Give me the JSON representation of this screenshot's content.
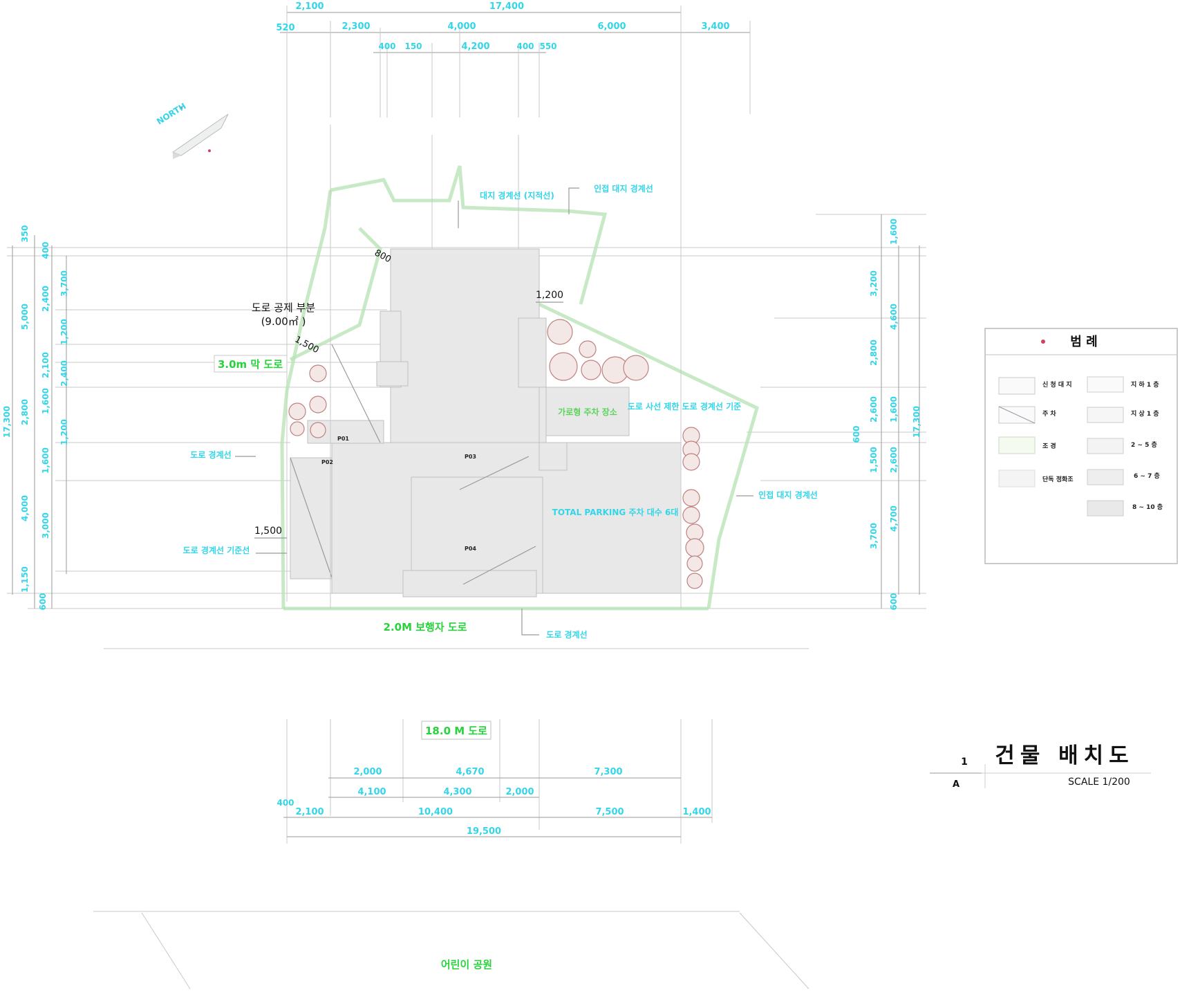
{
  "drawing": {
    "title": "건물 배치도",
    "scale": "SCALE  1/200",
    "sheet_number": "1",
    "sheet_ref": "A",
    "north": "NORTH"
  },
  "legend": {
    "title": "범    례",
    "left_items": [
      "신 청 대 지",
      "주     차",
      "조     경",
      "단독 정화조"
    ],
    "right_items": [
      "지 하  1 층",
      "지 상  1 층",
      "2 ~ 5 층",
      "6 ~ 7 층",
      "8 ~ 10 층"
    ]
  },
  "labels": {
    "road_deduction": "도로 공제 부분",
    "road_deduction_area": "(9.00㎡ )",
    "road_3m": "3.0m 막 도로",
    "road_2m": "2.0M 보행자 도로",
    "road_18m": "18.0 M 도로",
    "park": "어린이 공원",
    "top_note_1": "대지 경계선 (지적선)",
    "top_note_2": "인접 대지 경계선",
    "left_note_1": "도로 경계선",
    "left_note_2": "도로 경계선 기준선",
    "right_note": "인접 대지 경계선",
    "bottom_note": "도로 경계선",
    "parking": "가로형 주차 장소",
    "right_mid_note": "도로 사선 제한 도로 경계선 기준",
    "garden": "TOTAL PARKING 주차 대수 6대",
    "p1": "P01",
    "p2": "P02",
    "p3": "P03",
    "p4": "P04",
    "dim_800": "800",
    "dim_1200": "1,200",
    "dim_1500a": "1,500",
    "dim_1500b": "1,500"
  },
  "dims": {
    "top_row1": [
      "2,100",
      "17,400"
    ],
    "top_row2": [
      "520",
      "2,300",
      "4,000",
      "6,000",
      "3,400"
    ],
    "top_row3": [
      "400",
      "150",
      "4,200",
      "400",
      "550"
    ],
    "bottom_row1": [
      "2,000",
      "4,670",
      "7,300"
    ],
    "bottom_row2": [
      "4,100",
      "4,300",
      "2,000"
    ],
    "bottom_row3": [
      "400",
      "2,100",
      "10,400",
      "7,500",
      "1,400"
    ],
    "bottom_total": "19,500",
    "left_outer": [
      "350",
      "17,300"
    ],
    "left_mid": [
      "400",
      "5,000",
      "2,800",
      "1,600",
      "4,000",
      "1,150",
      "600"
    ],
    "left_inner": [
      "2,400",
      "2,100",
      "1,600",
      "3,000"
    ],
    "left_inner2": [
      "3,700",
      "1,200",
      "2,400",
      "1,200"
    ],
    "right_outer": "17,300",
    "right_mid": [
      "1,600",
      "4,600",
      "1,600",
      "4,700",
      "2,600",
      "600"
    ],
    "right_inner": [
      "3,200",
      "2,800",
      "2,600",
      "1,500",
      "3,700"
    ],
    "right_small": "600"
  },
  "colors": {
    "dimension_text": "#33d6e8",
    "label_green": "#28d23c",
    "building_fill": "#e8e8e8",
    "site_line": "#b9e3b6"
  }
}
